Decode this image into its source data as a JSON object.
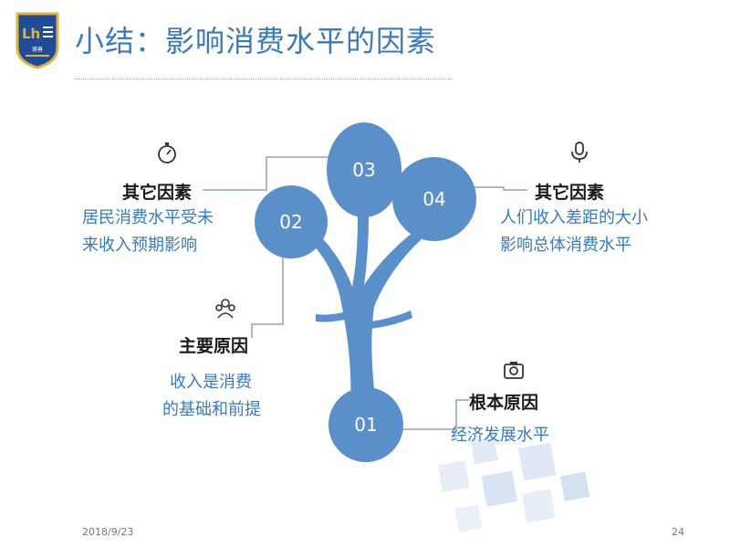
{
  "title": "小结：影响消费水平的因素",
  "logo": {
    "mark": "Lh",
    "small_text": "德善"
  },
  "nodes": [
    {
      "number": "01",
      "heading": "根本原因",
      "desc_lines": [
        "经济发展水平"
      ],
      "icon": "camera-icon"
    },
    {
      "number": "02",
      "heading": "主要原因",
      "desc_lines": [
        "收入是消费",
        "的基础和前提"
      ],
      "icon": "people-group-icon"
    },
    {
      "number": "03",
      "heading": "其它因素",
      "desc_lines": [
        "居民消费水平受未",
        "来收入预期影响"
      ],
      "icon": "stopwatch-icon"
    },
    {
      "number": "04",
      "heading": "其它因素",
      "desc_lines": [
        "人们收入差距的大小",
        "影响总体消费水平"
      ],
      "icon": "microphone-icon"
    }
  ],
  "footer": {
    "date": "2018/9/23",
    "page": "24"
  },
  "colors": {
    "accent": "#5b8fc9",
    "title": "#3a7ab8",
    "text_blue": "#3a7ab8"
  }
}
